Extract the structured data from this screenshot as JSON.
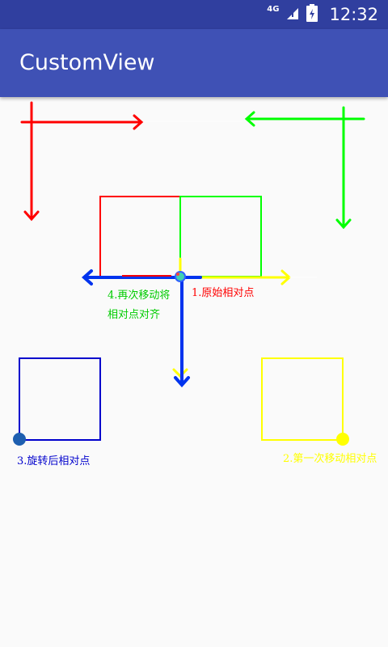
{
  "status_bar": {
    "network_type": "4G",
    "time": "12:32"
  },
  "app_bar": {
    "title": "CustomView"
  },
  "canvas": {
    "labels": {
      "original_point": "1.原始相对点",
      "first_move_point": "2.第一次移动相对点",
      "rotated_point": "3.旋转后相对点",
      "second_move_line1": "4.再次移动将",
      "second_move_line2": "相对点对齐"
    },
    "colors": {
      "red": "#ff0000",
      "green": "#00ff00",
      "blue": "#0000ff",
      "yellow": "#ffff00",
      "status_bar": "#303f9f",
      "app_bar": "#3f51b5"
    }
  }
}
